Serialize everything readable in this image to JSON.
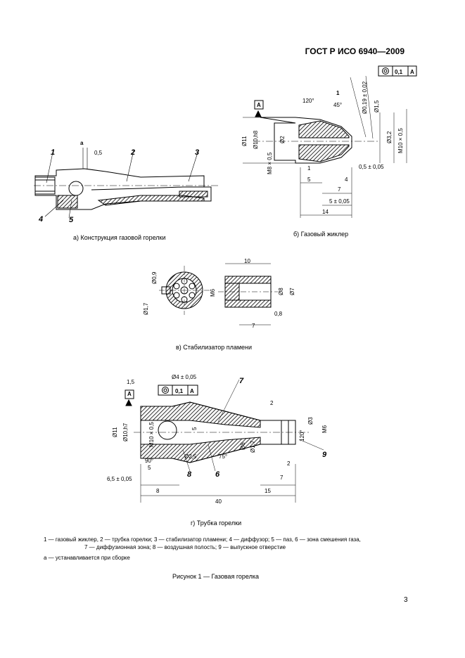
{
  "header": {
    "standard": "ГОСТ Р ИСО 6940—2009"
  },
  "figures": {
    "a": {
      "caption": "а)  Конструкция газовой горелки",
      "leaders": [
        "1",
        "2",
        "3",
        "4",
        "5",
        "a"
      ],
      "dims": [
        "0,5"
      ]
    },
    "b": {
      "caption": "б)  Газовый жиклер",
      "datum": "A",
      "tolerance": [
        "0,1",
        "A"
      ],
      "dims": [
        "120°",
        "1",
        "45°",
        "Ø0,19 ± 0,02",
        "Ø1,5",
        "Ø11",
        "Ø10,h8",
        "Ø2",
        "Ø3,2",
        "M10 × 0,5",
        "M8 × 0,5",
        "1",
        "4",
        "0,5 ± 0,05",
        "5",
        "7",
        "5 ± 0,05",
        "14"
      ]
    },
    "c": {
      "caption": "в)  Стабилизатор пламени",
      "dims": [
        "Ø0,9",
        "Ø1,7",
        "10",
        "M6",
        "Ø8",
        "Ø7",
        "0,8",
        "7"
      ]
    },
    "d": {
      "caption": "г)  Трубка горелки",
      "datum": "A",
      "tolerance": [
        "0,1",
        "A"
      ],
      "leaders": [
        "7",
        "8",
        "6",
        "9"
      ],
      "dims": [
        "1,5",
        "Ø4 ± 0,05",
        "Ø11",
        "Ø10,h7",
        "M10 × 0,5",
        "5",
        "Ø2,5",
        "90°",
        "75°",
        "Ø8",
        "Ø1,7",
        "2",
        "Ø3",
        "120°",
        "M6",
        "2",
        "6,5 ± 0,05",
        "5",
        "7",
        "8",
        "15",
        "40"
      ]
    }
  },
  "legend": {
    "line1": "1 — газовый жиклер, 2 — трубка горелки; 3 — стабилизатор пламени; 4 — диффузор; 5 — паз, 6 — зона смешения газа,",
    "line2": "7 — диффузионная зона; 8 — воздушная полость; 9 — выпускное отверстие",
    "note": "a  — устанавливается при сборке"
  },
  "figure_title": "Рисунок 1 — Газовая горелка",
  "page_number": "3"
}
